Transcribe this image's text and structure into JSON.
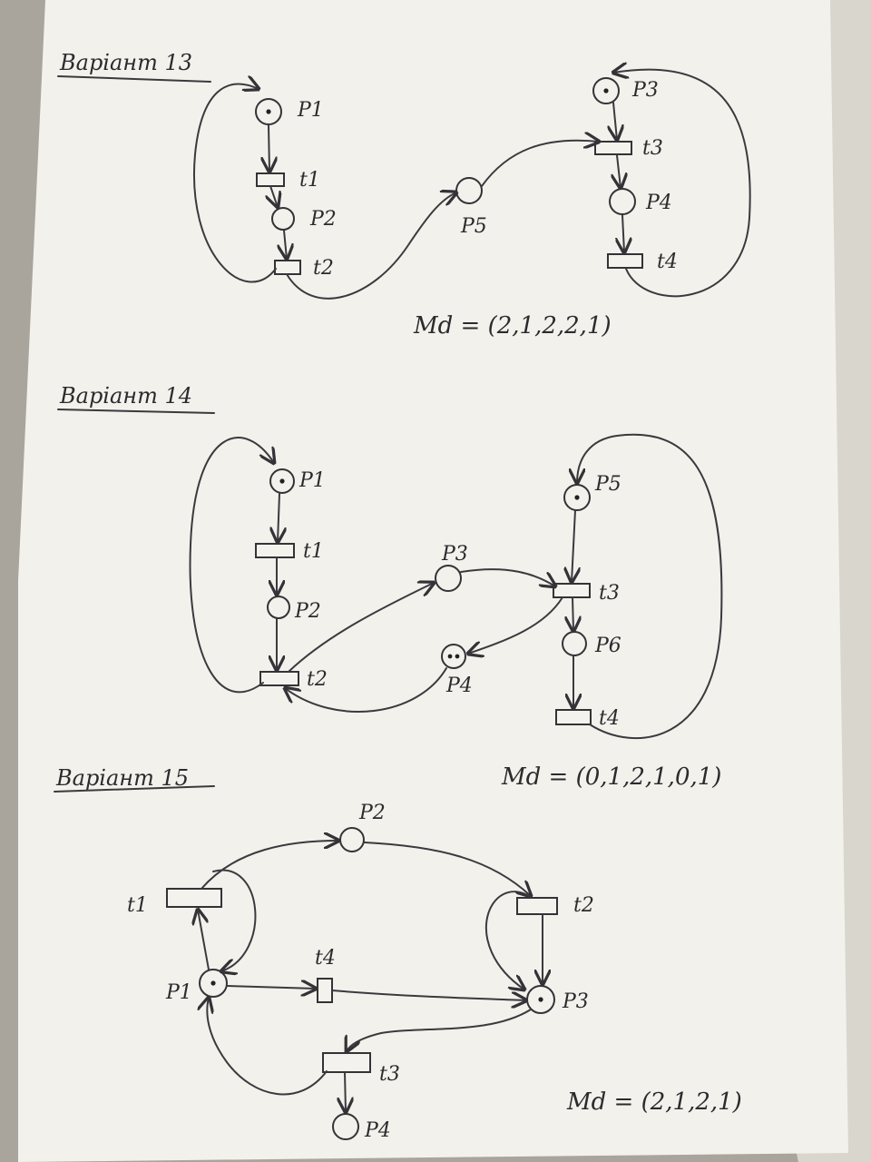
{
  "page": {
    "paper_color": "#f3f1ec",
    "ink_color": "#333337",
    "background_color": "#a9a59c"
  },
  "variants": [
    {
      "heading": "Варіант 13",
      "md": "Md = (2,1,2,2,1)",
      "places": [
        {
          "label": "P1",
          "tokens": 1
        },
        {
          "label": "P2",
          "tokens": 0
        },
        {
          "label": "P3",
          "tokens": 1
        },
        {
          "label": "P4",
          "tokens": 0
        },
        {
          "label": "P5",
          "tokens": 0
        }
      ],
      "transitions": [
        {
          "label": "t1"
        },
        {
          "label": "t2"
        },
        {
          "label": "t3"
        },
        {
          "label": "t4"
        }
      ]
    },
    {
      "heading": "Варіант 14",
      "md": "Md = (0,1,2,1,0,1)",
      "places": [
        {
          "label": "P1",
          "tokens": 1
        },
        {
          "label": "P2",
          "tokens": 0
        },
        {
          "label": "P3",
          "tokens": 0
        },
        {
          "label": "P4",
          "tokens": 2
        },
        {
          "label": "P5",
          "tokens": 1
        },
        {
          "label": "P6",
          "tokens": 0
        }
      ],
      "transitions": [
        {
          "label": "t1"
        },
        {
          "label": "t2"
        },
        {
          "label": "t3"
        },
        {
          "label": "t4"
        }
      ]
    },
    {
      "heading": "Варіант 15",
      "md": "Md = (2,1,2,1)",
      "places": [
        {
          "label": "P1",
          "tokens": 1
        },
        {
          "label": "P2",
          "tokens": 0
        },
        {
          "label": "P3",
          "tokens": 1
        },
        {
          "label": "P4",
          "tokens": 0
        }
      ],
      "transitions": [
        {
          "label": "t1"
        },
        {
          "label": "t2"
        },
        {
          "label": "t3"
        },
        {
          "label": "t4"
        }
      ]
    }
  ]
}
